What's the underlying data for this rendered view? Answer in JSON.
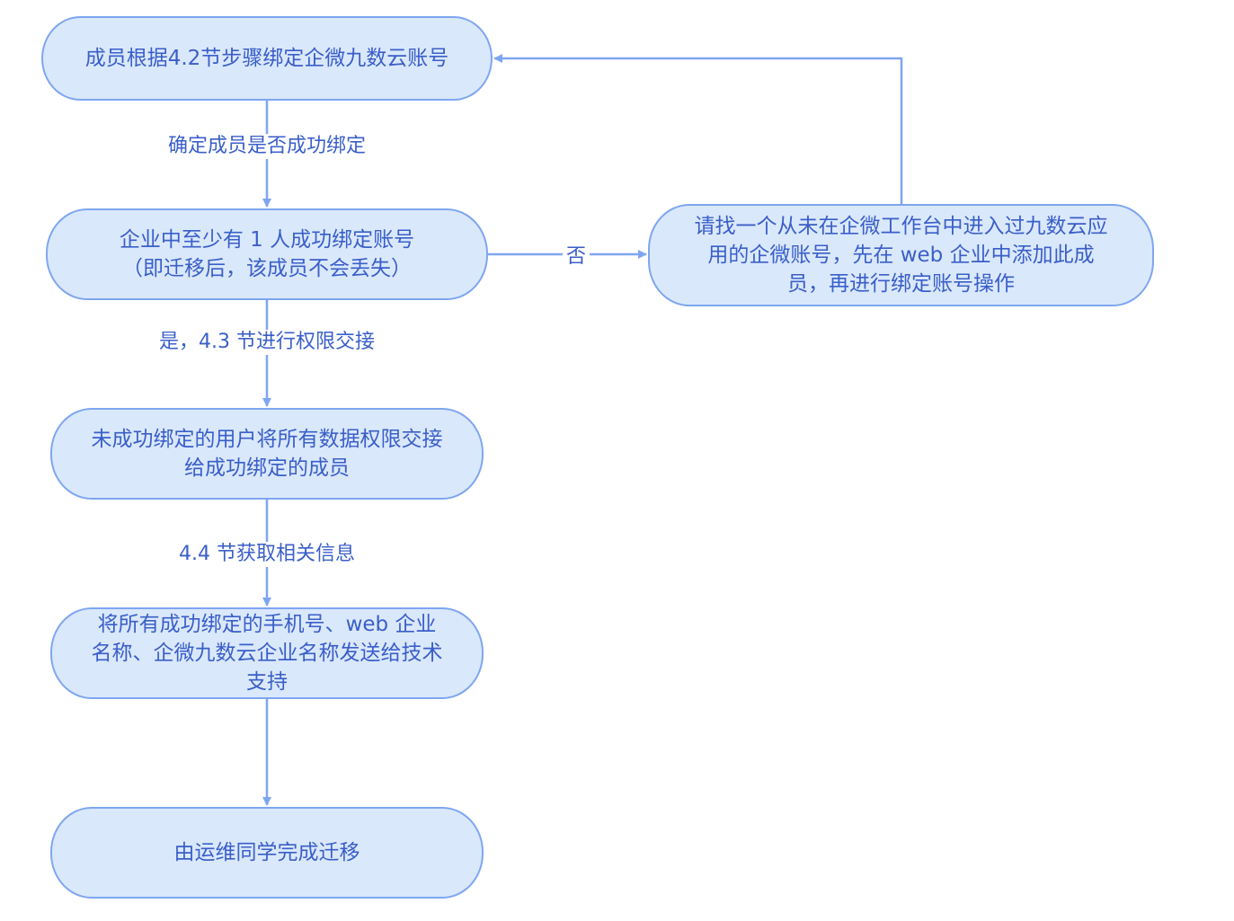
{
  "diagram": {
    "type": "flowchart",
    "colors": {
      "node_fill": "#dae8fc",
      "node_stroke": "#7ea6f0",
      "text": "#3a5fc8",
      "edge": "#7ea6f0"
    },
    "nodes": [
      {
        "id": "n1",
        "label": "成员根据4.2节步骤绑定企微九数云账号"
      },
      {
        "id": "n2",
        "label": "企业中至少有 1 人成功绑定账号\n（即迁移后，该成员不会丢失）"
      },
      {
        "id": "n3",
        "label": "请找一个从未在企微工作台中进入过九数云应\n用的企微账号，先在 web 企业中添加此成\n员，再进行绑定账号操作"
      },
      {
        "id": "n4",
        "label": "未成功绑定的用户将所有数据权限交接\n给成功绑定的成员"
      },
      {
        "id": "n5",
        "label": "将所有成功绑定的手机号、web 企业\n名称、企微九数云企业名称发送给技术\n支持"
      },
      {
        "id": "n6",
        "label": "由运维同学完成迁移"
      }
    ],
    "edges": [
      {
        "from": "n1",
        "to": "n2",
        "label": "确定成员是否成功绑定"
      },
      {
        "from": "n2",
        "to": "n3",
        "label": "否"
      },
      {
        "from": "n3",
        "to": "n1",
        "label": ""
      },
      {
        "from": "n2",
        "to": "n4",
        "label": "是，4.3 节进行权限交接"
      },
      {
        "from": "n4",
        "to": "n5",
        "label": "4.4 节获取相关信息"
      },
      {
        "from": "n5",
        "to": "n6",
        "label": ""
      }
    ]
  }
}
